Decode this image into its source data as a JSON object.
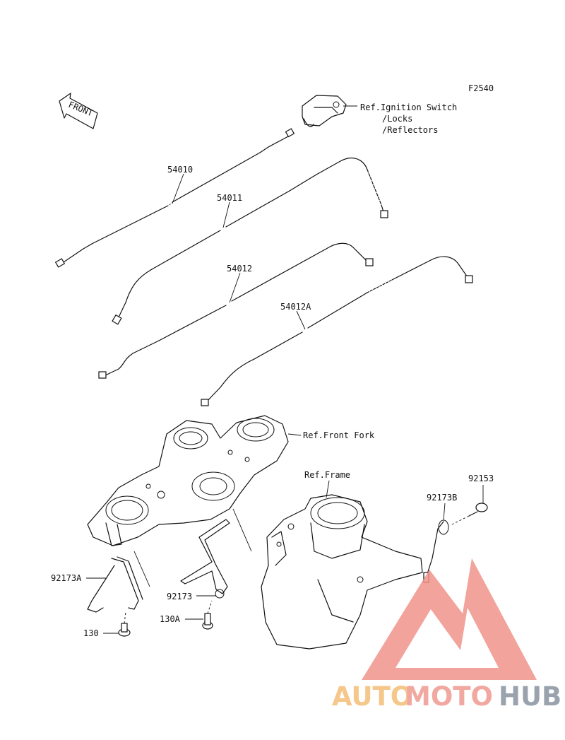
{
  "diagram_code": "F2540",
  "front_label": "FRONT",
  "parts": {
    "p54010": "54010",
    "p54011": "54011",
    "p54012": "54012",
    "p54012A": "54012A",
    "p92153": "92153",
    "p92173B": "92173B",
    "p92173A": "92173A",
    "p92173": "92173",
    "p130": "130",
    "p130A": "130A"
  },
  "refs": {
    "ignition_line1": "Ref.Ignition Switch",
    "ignition_line2": "/Locks",
    "ignition_line3": "/Reflectors",
    "front_fork": "Ref.Front Fork",
    "frame": "Ref.Frame"
  },
  "watermark": {
    "word_a": "AUTO",
    "word_b": "MOTO",
    "word_c": "HUB",
    "color_a": "#f5c78a",
    "color_b": "#f1a8a0",
    "color_c": "#9aa3ad",
    "logo_color": "#f0948a"
  }
}
